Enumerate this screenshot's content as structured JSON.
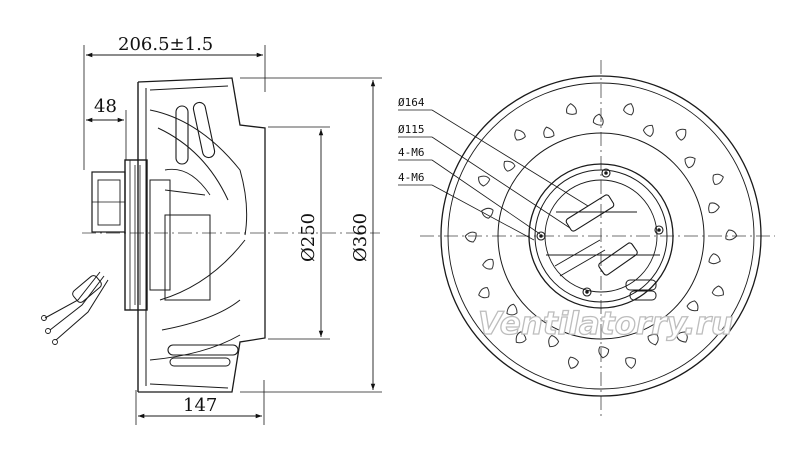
{
  "drawing": {
    "side_view": {
      "dim_total_length": "206.5±1.5",
      "dim_motor_length": "48",
      "dim_impeller_depth": "147",
      "dim_inlet_diameter": "Ø250",
      "dim_outer_diameter": "Ø360"
    },
    "front_view": {
      "callouts": [
        "Ø164",
        "Ø115",
        "4-M6",
        "4-M6"
      ]
    },
    "watermark": "Ventilatorry.ru",
    "colors": {
      "line": "#1a1a1a",
      "thin_line": "#555555",
      "watermark": "#c9c9c9"
    }
  }
}
